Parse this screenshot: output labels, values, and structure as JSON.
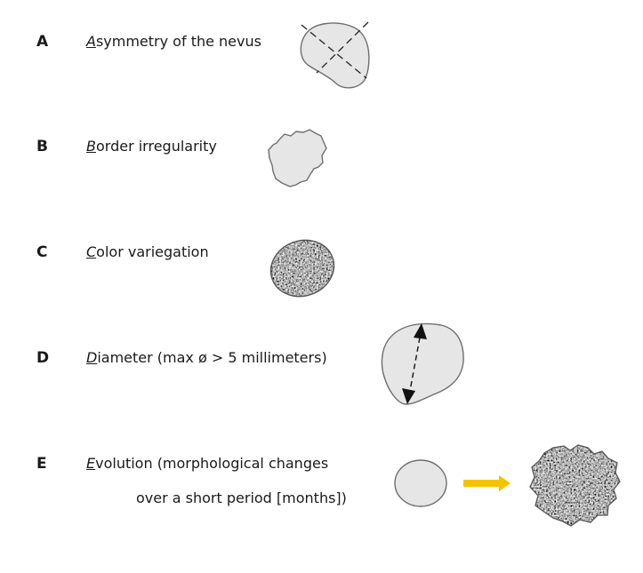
{
  "criteria": [
    {
      "letter": "A",
      "initial": "A",
      "rest": "symmetry of the nevus"
    },
    {
      "letter": "B",
      "initial": "B",
      "rest": "order irregularity"
    },
    {
      "letter": "C",
      "initial": "C",
      "rest": "olor variegation"
    },
    {
      "letter": "D",
      "initial": "D",
      "rest": "iameter (max ø > 5 millimeters)"
    },
    {
      "letter": "E",
      "initial": "E",
      "rest": "volution (morphological changes",
      "continuation": "over a short period [months])"
    }
  ],
  "colors": {
    "shape_fill": "#e6e6e6",
    "shape_stroke": "#6e6e6e",
    "arrow": "#f5c400"
  }
}
